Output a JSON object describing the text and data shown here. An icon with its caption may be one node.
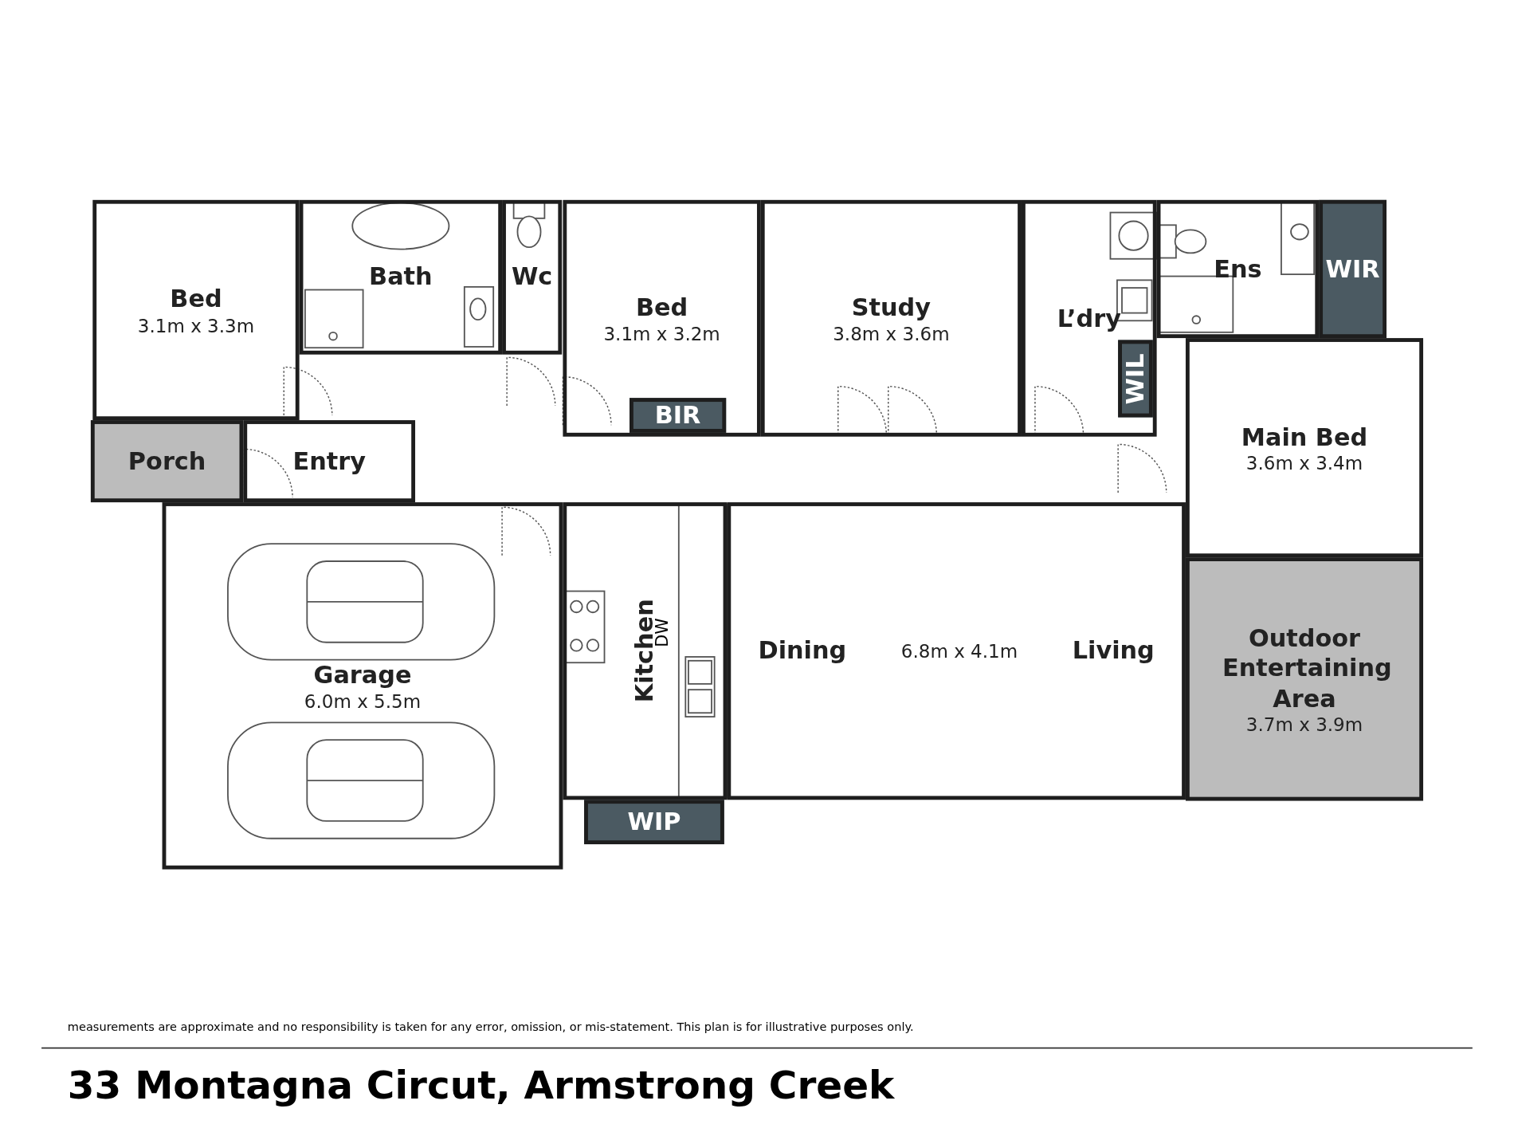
{
  "diagram": {
    "title": "33 Montagna Circut, Armstrong Creek",
    "nodes": [
      {
        "text": [
          "Bed",
          "3.1m x 3.3m"
        ]
      },
      {
        "text": [
          "Bath"
        ]
      },
      {
        "text": [
          "Wc"
        ]
      },
      {
        "text": [
          "Bed",
          "3.1m x 3.2m"
        ]
      },
      {
        "text": [
          "BIR"
        ],
        "in": 3
      },
      {
        "text": [
          "Study",
          "3.8m x 3.6m"
        ]
      },
      {
        "text": [
          "L’dry"
        ]
      },
      {
        "text": [
          "WIL"
        ],
        "in": 6
      },
      {
        "text": [
          "Ens"
        ]
      },
      {
        "text": [
          "WIR"
        ]
      },
      {
        "text": [
          "Main Bed",
          "3.6m x 3.4m"
        ]
      },
      {
        "text": [
          "Porch"
        ]
      },
      {
        "text": [
          "Entry"
        ]
      },
      {
        "text": [
          "Garage",
          "6.0m x 5.5m"
        ]
      },
      {
        "text": [
          "Kitchen"
        ]
      },
      {
        "text": [
          "WIP"
        ]
      },
      {
        "text": [
          "Dining",
          "6.8m x 4.1m",
          "Living"
        ]
      },
      {
        "text": [
          "Outdoor Entertaining Area",
          "3.7m x 3.9m"
        ]
      }
    ],
    "labels": [
      "DW",
      "measurements are approximate and no responsibility is taken for any error, omission, or mis-statement. This plan is for illustrative purposes only."
    ]
  }
}
